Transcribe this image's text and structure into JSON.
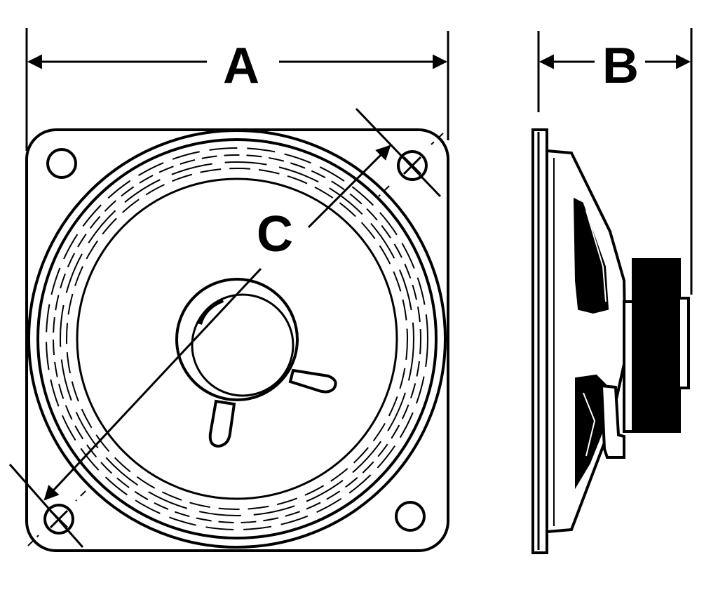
{
  "labels": {
    "width": "A",
    "depth": "B",
    "hole_diagonal": "C"
  },
  "colors": {
    "ink": "#000000",
    "paper": "#ffffff"
  }
}
